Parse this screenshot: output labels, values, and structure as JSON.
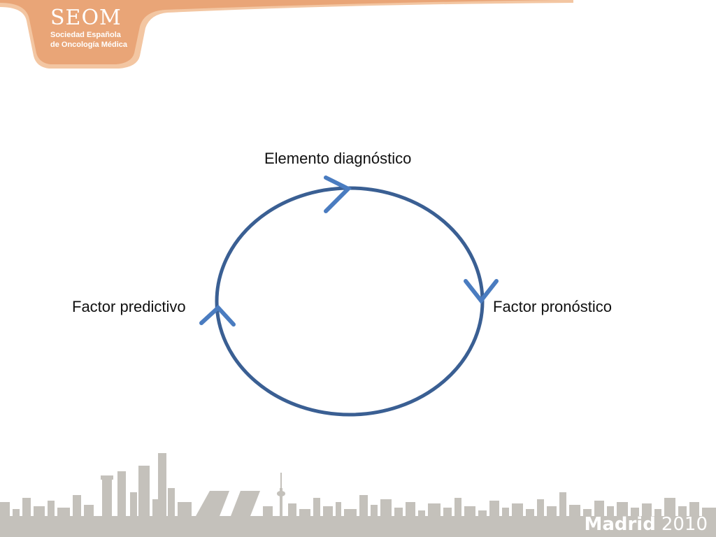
{
  "header": {
    "org_abbrev": "SEOM",
    "org_line1": "Sociedad Española",
    "org_line2": "de Oncología Médica"
  },
  "diagram": {
    "top_label": "Elemento diagnóstico",
    "left_label": "Factor predictivo",
    "right_label": "Factor pronóstico",
    "cycle_color": "#3a5f93",
    "arrow_color": "#4a7cc0"
  },
  "footer": {
    "city": "Madrid",
    "year": "2010"
  },
  "colors": {
    "header_band": "#e9a577",
    "header_band_light": "#f3c6a2",
    "skyline": "#c4c1bb"
  }
}
